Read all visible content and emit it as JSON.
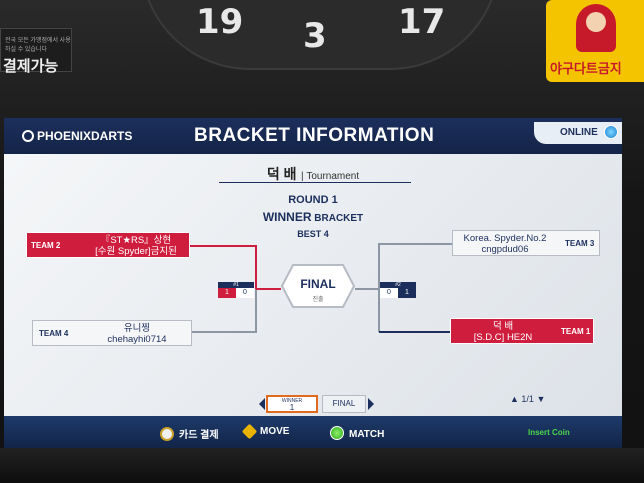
{
  "board": {
    "numbers": [
      "19",
      "3",
      "17"
    ]
  },
  "sticker_left": {
    "small": "전국 모든 가맹점에서 사용하실 수 있습니다",
    "big": "결제가능"
  },
  "sticker_right": {
    "text": "야구다트금지"
  },
  "header": {
    "brand": "PHOENIXDARTS",
    "title": "BRACKET INFORMATION",
    "status": "ONLINE"
  },
  "tournament": {
    "name_ko": "덕 배",
    "name_en": "| Tournament"
  },
  "round": {
    "round": "ROUND 1",
    "bracket_a": "WINNER",
    "bracket_b": " BRACKET",
    "best": "BEST 4"
  },
  "teams": {
    "t2": {
      "tag": "TEAM 2",
      "line1": "『ST★RS』상현",
      "line2": "[수원 Spyder]금지된"
    },
    "t4": {
      "tag": "TEAM 4",
      "line1": "유니찡",
      "line2": "chehayhi0714"
    },
    "t3": {
      "tag": "TEAM 3",
      "line1": "Korea. Spyder.No.2",
      "line2": "cngpdud06"
    },
    "t1": {
      "tag": "TEAM 1",
      "line1": "덕 배",
      "line2": "[S.D.C] HE2N"
    }
  },
  "scores": {
    "left": {
      "label": "#1",
      "a": "1",
      "b": "0"
    },
    "right": {
      "label": "#2",
      "a": "0",
      "b": "1"
    }
  },
  "final": {
    "label": "FINAL",
    "sub": "진출"
  },
  "pager": {
    "winner_top": "WINNER",
    "winner_num": "1",
    "final": "FINAL",
    "page": "1/1"
  },
  "footer": {
    "pay": "카드 결제",
    "move": "MOVE",
    "match": "MATCH",
    "insert": "Insert Coin"
  },
  "colors": {
    "navy": "#1c2f5c",
    "red": "#cf1d3e",
    "accent_orange": "#e06a1f"
  }
}
